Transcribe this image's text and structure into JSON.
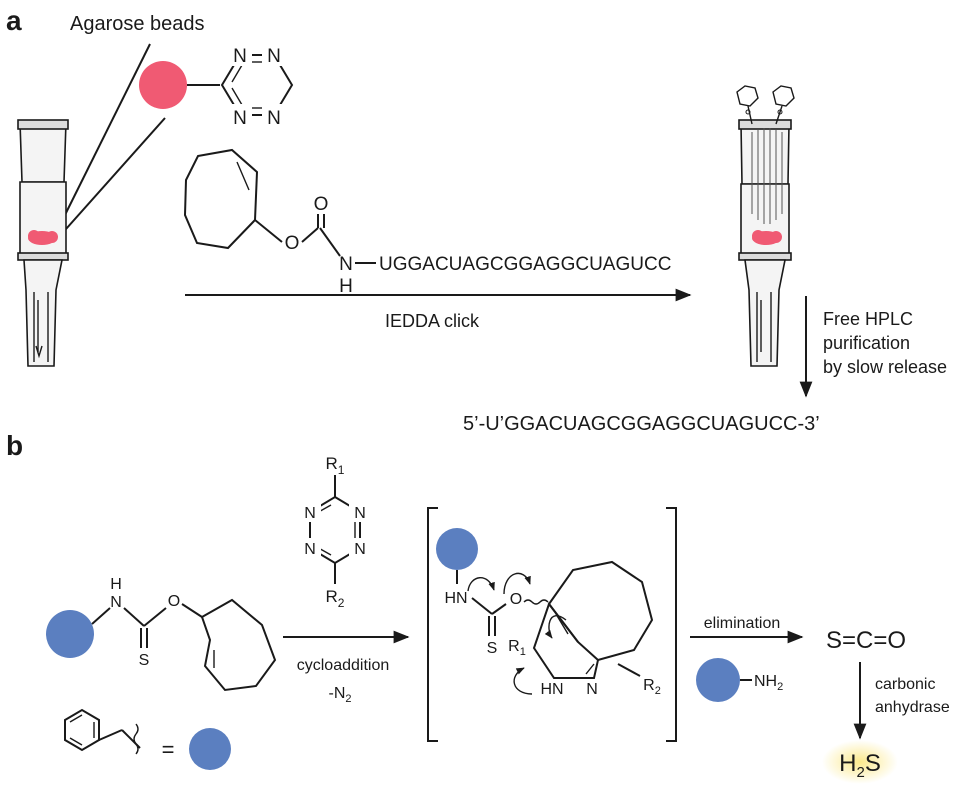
{
  "panel_a": {
    "label": "a",
    "beads_label": "Agarose beads",
    "tetrazine_atoms": {
      "n1": "N",
      "n2": "N",
      "n3": "N",
      "n4": "N"
    },
    "carbamate_atoms": {
      "o_carbonyl": "O",
      "o_ester": "O",
      "n": "N",
      "h": "H"
    },
    "rna_conjugate": "UGGACUAGCGGAGGCUAGUCC",
    "reaction_label": "IEDDA click",
    "release_label_1": "Free HPLC",
    "release_label_2": "purification",
    "release_label_3": "by slow release",
    "product_sequence": "5’-U’GGACUAGCGGAGGCUAGUCC-3’"
  },
  "panel_b": {
    "label": "b",
    "reactant_atoms": {
      "nh": "H",
      "n": "N",
      "o": "O",
      "s": "S"
    },
    "tetrazine_r_top": "R",
    "tetrazine_r_top_sub": "1",
    "tetrazine_r_bottom": "R",
    "tetrazine_r_bottom_sub": "2",
    "tetrazine_n": "N",
    "step1_label": "cycloaddition",
    "step1_byproduct": "-N",
    "step1_byproduct_sub": "2",
    "intermediate_hn": "HN",
    "intermediate_o": "O",
    "intermediate_s": "S",
    "intermediate_r1": "R",
    "intermediate_r1_sub": "1",
    "intermediate_r2": "R",
    "intermediate_r2_sub": "2",
    "intermediate_hnn": "HN",
    "intermediate_n": "N",
    "step2_label": "elimination",
    "amine_label": "NH",
    "amine_sub": "2",
    "cos_label": "S=C=O",
    "step3_label_1": "carbonic",
    "step3_label_2": "anhydrase",
    "h2s_h": "H",
    "h2s_sub": "2",
    "h2s_s": "S",
    "legend_equals": "="
  },
  "colors": {
    "bead_pink": "#f05a73",
    "bead_blue": "#5b7fc0",
    "h2s_glow": "#fbe98c"
  }
}
